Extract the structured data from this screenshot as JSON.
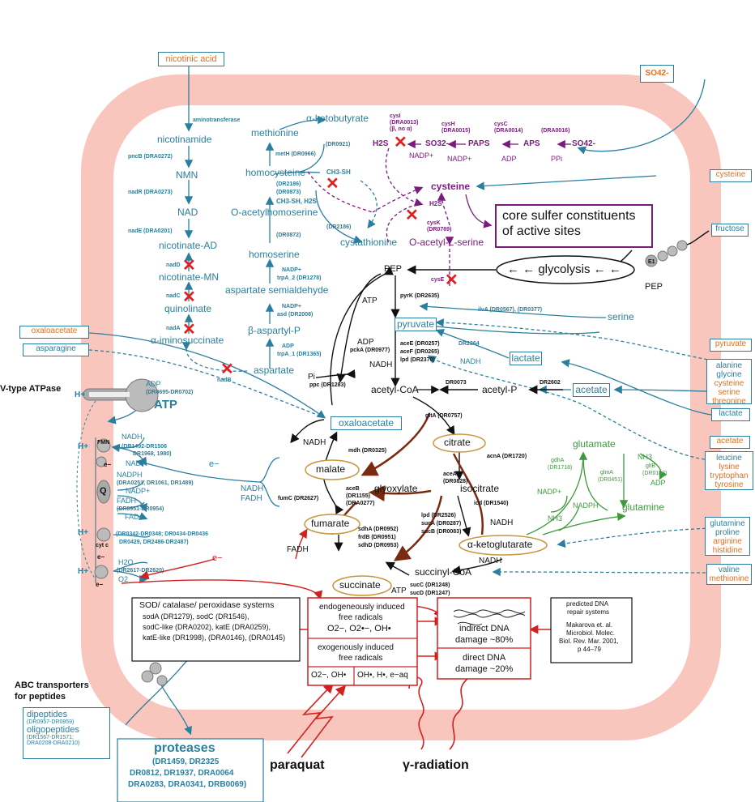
{
  "inputs_right": {
    "so4": "SO42-",
    "cysteine": "cysteine",
    "fructose": "fructose",
    "pyruvate": "pyruvate",
    "alanine": "alanine",
    "glycine": "glycine",
    "cysteine2": "cysteine",
    "serine": "serine",
    "threonine": "threonine",
    "lactate": "lactate",
    "acetate": "acetate",
    "leucine": "leucine",
    "lysine": "lysine",
    "tryptophan": "tryptophan",
    "tyrosine": "tyrosine",
    "glutamine": "glutamine",
    "proline": "proline",
    "arginine": "arginine",
    "histidine": "histidine",
    "valine": "valine",
    "methionine": "methionine"
  },
  "inputs_left": {
    "nicotinic_acid": "nicotinic acid",
    "oxaloacetate": "oxaloacetate",
    "asparagine": "asparagine",
    "vtype": "V-type ATPase",
    "abc": "ABC transporters",
    "abc2": "for peptides",
    "dipeptides": "dipeptides",
    "dipeptides_ids": "(DR0957-DR0959)",
    "oligopeptides": "oligopeptides",
    "oligo_ids1": "(DR1567-DR1571;",
    "oligo_ids2": "DRA0208-DRA0210)"
  },
  "nad_pathway": {
    "aminotransferase": "aminotransferase",
    "nicotinamide": "nicotinamide",
    "pncB": "pncB (DRA0272)",
    "NMN": "NMN",
    "nadR": "nadR (DRA0273)",
    "NAD": "NAD",
    "nadE": "nadE (DRA0201)",
    "nicotinate_ad": "nicotinate-AD",
    "nadD": "nadD",
    "nicotinate_mn": "nicotinate-MN",
    "nadC": "nadC",
    "quinolinate": "quinolinate",
    "nadA": "nadA",
    "iminosuccinate": "α-iminosuccinate",
    "nadB": "nadB"
  },
  "aa_pathway": {
    "ketobutyrate": "α-ketobutyrate",
    "methionine": "methionine",
    "dr0921": "(DR0921)",
    "metH": "metH (DR0966)",
    "homocysteine": "homocysteine",
    "ch3sh": "CH3-SH",
    "dr2186a": "(DR2186)",
    "dr0873": "(DR0873)",
    "ch3sh_h2s": "CH3-SH, H2S",
    "o_acetylhomoserine": "O-acetylhomoserine",
    "dr2186b": "(DR2186)",
    "dr0872": "(DR0872)",
    "cystathionine": "cystathionine",
    "homoserine": "homoserine",
    "nadp1": "NADP+",
    "trpA2": "trpA_2 (DR1278)",
    "asp_semialdehyde": "aspartate semialdehyde",
    "nadp2": "NADP+",
    "asd": "asd (DR2008)",
    "aspartyl_p": "β-aspartyl-P",
    "adp": "ADP",
    "trpA1": "trpA_1 (DR1365)",
    "aspartate": "aspartate"
  },
  "sulfur": {
    "cysI": "cysI",
    "cysI_id": "(DRA0013)",
    "cysI_note": "(β, no α)",
    "cysH": "cysH",
    "cysH_id": "(DRA0015)",
    "cysC": "cysC",
    "cysC_id": "(DRA0014)",
    "dra0016": "(DRA0016)",
    "h2s": "H2S",
    "so3": "SO32-",
    "paps": "PAPS",
    "aps": "APS",
    "so4": "SO42-",
    "nadp_a": "NADP+",
    "nadp_b": "NADP+",
    "adp": "ADP",
    "ppi": "PPi",
    "cysteine": "cysteine",
    "h2s2": "H2S",
    "cysK": "cysK",
    "cysK_id": "(DR0789)",
    "o_acetyl_serine": "O-acetyl-L-serine",
    "cysE": "cysE",
    "core1": "core sulfer constituents",
    "core2": "of active sites"
  },
  "central": {
    "glycolysis": "← ← glycolysis ← ←",
    "pep": "PEP",
    "pep2": "PEP",
    "e1": "E1",
    "atp": "ATP",
    "pyrK": "pyrK (DR2635)",
    "pyruvate": "pyruvate",
    "serine": "serine",
    "ilvA": "ilvA (DR0567), (DR0377)",
    "adp": "ADP",
    "pckA": "pckA (DR0977)",
    "aceE": "aceE (DR0257)",
    "aceF": "aceF (DR0265)",
    "lpd": "lpd (DR2370)",
    "nadh": "NADH",
    "dr2364": "DR2364",
    "nadh2": "NADH",
    "lactate": "lactate",
    "pi": "Pi",
    "ppc": "ppc (DR1283)",
    "acetyl_coa": "acetyl-CoA",
    "dr0073": "DR0073",
    "acetyl_p": "acetyl-P",
    "dr2602": "DR2602",
    "acetate": "acetate",
    "oxaloacetate": "oxaloacetate",
    "gltA": "gltA (DR0757)",
    "nadh3": "NADH",
    "mdh": "mdh (DR0325)",
    "citrate": "citrate",
    "malate": "malate",
    "acnA": "acnA (DR1720)",
    "aceA": "aceA",
    "aceA_id": "(DR0828)",
    "glyoxylate": "glyoxylate",
    "isocitrate": "isocitrate",
    "aceB": "aceB",
    "aceB_id1": "(DR1155)",
    "aceB_id2": "(DRA0277)",
    "fumC": "fumC (DR2627)",
    "nadh_fadh1": "NADH",
    "nadh_fadh2": "FADH",
    "icd": "icd (DR1540)",
    "nadh4": "NADH",
    "fumarate": "fumarate",
    "sdhA": "sdhA (DR0952)",
    "frdB": "frdB (DR0951)",
    "sdhD": "sdhD (DR0953)",
    "lpd2": "lpd (DR2526)",
    "sucA": "sucA (DR0287)",
    "sucB": "sucB (DR0083)",
    "fadh": "FADH",
    "succinate": "succinate",
    "akg": "α-ketoglutarate",
    "nadh5": "NADH",
    "succinyl_coa": "succinyl-CoA",
    "atp2": "ATP",
    "sucC": "sucC (DR1248)",
    "sucD": "sucD (DR1247)"
  },
  "glutamate": {
    "glutamate": "glutamate",
    "gdhA": "gdhA",
    "gdhA_id": "(DR1718)",
    "nh3a": "NH3",
    "gltB": "gltB",
    "gltB_id": "(DR0183)",
    "adp": "ADP",
    "glmA": "glmA",
    "glmA_id": "(DR0451)",
    "nadp": "NADP+",
    "nadph": "NADPH",
    "glutamine": "glutamine",
    "nh3b": "NH3"
  },
  "etc": {
    "adp": "ADP",
    "adp_ids": "(DR0695-DR0702)",
    "atp": "ATP",
    "hplus1": "H+",
    "fmn": "FMN",
    "nadh": "NADH",
    "nadh_ids1": "(DR1492-DR1506",
    "nadh_ids2": "DR1968, 1980)",
    "nad": "NAD+",
    "hplus2": "H+",
    "eminus1": "e−",
    "eminus_label": "e−",
    "nadph": "NADPH",
    "nadph_ids": "(DRA0251, DR1061, DR1489)",
    "nadp": "NADP+",
    "q": "Q",
    "fadh": "FADH",
    "fadh_ids": "(DR0951-DR0954)",
    "fad": "FAD+",
    "hplus3": "H+",
    "cytc_ids1": "(DR0342-DR0348; DR0434-DR0436",
    "cytc_ids2": "DR0429, DR2486-DR2487)",
    "cytc": "cyt c",
    "eminus2": "e−",
    "hplus4": "H+",
    "h2o": "H2O",
    "h2o_ids": "(DR2617-DR2620)",
    "o2": "O2",
    "eminus3": "e−",
    "eminus_red": "e−"
  },
  "bottom": {
    "sod_title": "SOD/ catalase/ peroxidase systems",
    "sod_l1": "sodA (DR1279), sodC (DR1546),",
    "sod_l2": "sodC-like (DRA0202), katE (DRA0259),",
    "sod_l3": "katE-like (DR1998), (DRA0146), (DRA0145)",
    "endo1": "endogeneously induced",
    "endo2": "free radicals",
    "endo3": "O2−, O2•−, OH•",
    "exo1": "exogenously induced",
    "exo2": "free radicals",
    "exo3a": "O2−, OH•",
    "exo3b": "OH•, H•, e−aq",
    "indirect1": "indirect DNA",
    "indirect2": "damage ~80%",
    "direct1": "direct DNA",
    "direct2": "damage ~20%",
    "repair1": "predicted DNA",
    "repair2": "repair systems",
    "repair3": "Makarova et. al.",
    "repair4": "Microbiol. Molec.",
    "repair5": "Biol. Rev. Mar. 2001,",
    "repair6": "p 44–79",
    "paraquat": "paraquat",
    "gamma": "γ-radiation",
    "proteases": "proteases",
    "prot_l1": "(DR1459, DR2325",
    "prot_l2": "DR0812, DR1937, DRA0064",
    "prot_l3": "DRA0283, DRA0341, DRB0069)"
  },
  "colors": {
    "cell_wall": "#f9c6bd",
    "teal": "#2a7f9e",
    "purple": "#7a1b7e",
    "green": "#3c9a3c",
    "orange": "#e07020",
    "red": "#d02020",
    "brown": "#7a2a10"
  }
}
